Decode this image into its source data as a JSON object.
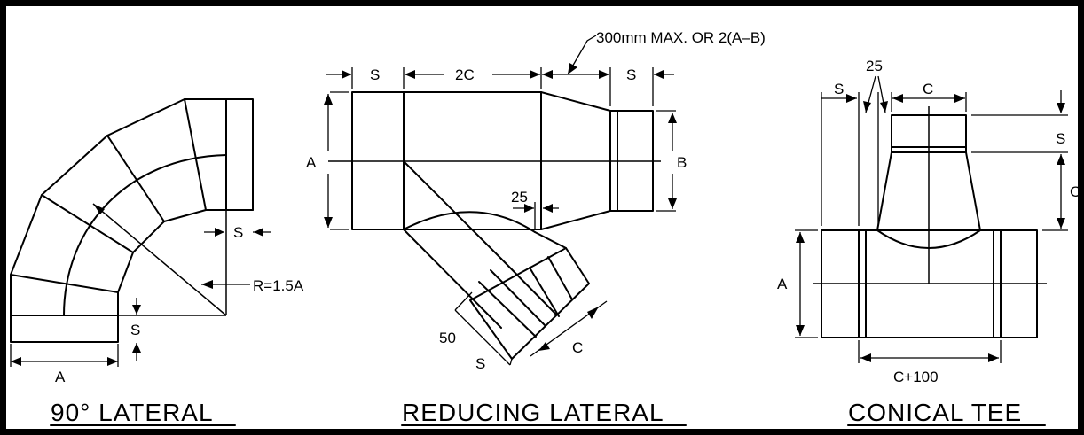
{
  "views": {
    "lateral90": {
      "title": "90° LATERAL",
      "label_r": "R=1.5A",
      "label_s_top": "S",
      "label_s_bottom": "S",
      "label_a": "A"
    },
    "reducing": {
      "title": "REDUCING LATERAL",
      "label_note": "300mm MAX. OR 2(A–B)",
      "label_s_left": "S",
      "label_2c": "2C",
      "label_s_right": "S",
      "label_a": "A",
      "label_b": "B",
      "label_25": "25",
      "label_50": "50",
      "label_s_branch": "S",
      "label_c": "C"
    },
    "conical": {
      "title": "CONICAL TEE",
      "label_25": "25",
      "label_s_top": "S",
      "label_c_top": "C",
      "label_s_right": "S",
      "label_c_right": "C",
      "label_a": "A",
      "label_c100": "C+100"
    }
  }
}
